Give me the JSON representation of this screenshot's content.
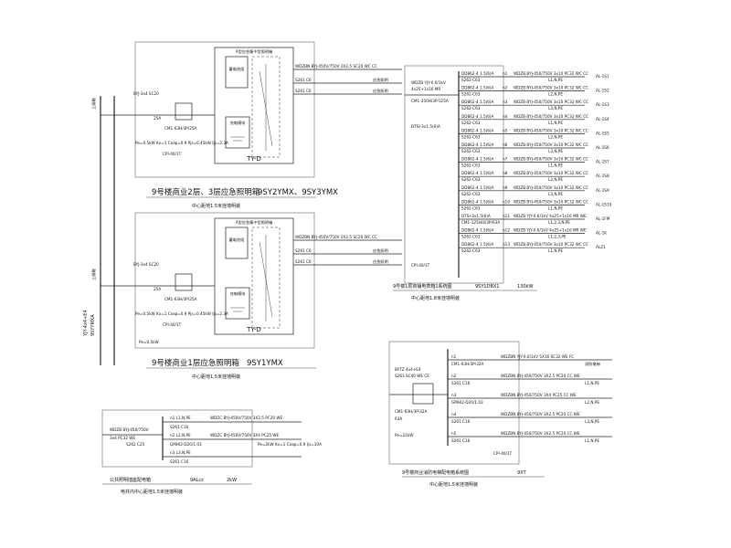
{
  "panels": {
    "p1": {
      "title": "9号楼商业2层、3层应急照明箱",
      "code": "9SY2YMX、9SY3YMX",
      "subtitle": "中心距地1.5米挂墙明装",
      "inner_title": "A型应急集中型照明箱",
      "device": "TY-D",
      "battery": "蓄电池组",
      "charger": "充电模块",
      "out1": "WDZBN BYJ-450V/750V 2X2.5 SC20 WC CC",
      "out1_dest": "应急照明",
      "out2_dest": "应急照明",
      "breaker1": "S261 C6",
      "breaker2": "S261 C6",
      "in_label": "BYJ-3x4 SC20",
      "main_sw": "CM1-63H/3P/25A",
      "cur": "25A",
      "meter": "Pe=0.5kW Kx=1 Cosφ=0.9 Pjs=0.45kW Ijs=2.3A",
      "spd": "CPI-40/1T",
      "bus": "Pe=0.5kW"
    },
    "p2": {
      "title": "9号楼商业1层应急照明箱",
      "code": "9SY1YMX",
      "subtitle": "中心距地1.5米挂墙明装",
      "inner_title": "A型应急集中型照明箱",
      "device": "TY-D",
      "battery": "蓄电池组",
      "charger": "充电模块",
      "out1": "WDZBN BYJ-450V/750V 2X2.5 SC20 WC CC",
      "out1_dest": "应急照明",
      "out2_dest": "应急照明",
      "breaker1": "S261 C6",
      "breaker2": "S261 C6",
      "in_label": "BYJ-3x4 SC20",
      "main_sw": "CM1-63H/3P/25A",
      "cur": "25A",
      "meter": "Pe=0.5kW Kx=1 Cosφ=0.9 Pjs=0.45kW Ijs=2.3A",
      "spd": "CPI-40/1T",
      "feeder_left": "YJY-4x4+E4",
      "feeder_left2": "9SYYMXA",
      "source_label": "上级箱",
      "source_label2": "上级箱"
    },
    "p3": {
      "title": "公共照明插座配电箱",
      "code": "9ALcz",
      "power": "2kW",
      "subtitle": "电井内中心距地1.5米挂墙明装",
      "in_cable": "WDZB BYJ-450/750V",
      "in_cable2": "3x4 PC32 WE",
      "main": "S262 C25",
      "n1": "n1 L1,N,PE",
      "n2": "n2 L2,N,PE",
      "n3": "n3 L3,N,PE",
      "b1": "S261 C16",
      "b2": "GMHI2-D20/1.03",
      "b3": "S261 C16",
      "out1": "WDZC BYJ-450V/750V 3X2.5 PC20 WE",
      "out2": "WDZC BYJ-450V/750V 3X4 PC25 WE",
      "meter": "Pe=2kW Kx=1 Cosφ=0.9 Ijs=10A"
    },
    "p4": {
      "title": "9号楼1层商铺电表箱1系统图",
      "code": "9SY1DBX1",
      "power": "130kW",
      "subtitle": "中心距地1.8米挂墙明装",
      "in_cable": "WDZB YJY-0.6/1kV",
      "in_cable2": "4x25+1x16 MR",
      "main": "CM1-250H/3P/125A",
      "meter_main": "DTSI-3x1.5(6)A",
      "rows": [
        {
          "n": "n1",
          "br": "DD862-4 1.5(6)A",
          "sw": "S262-C63",
          "cable": "WDZB BYJ-450/750V 3x10 PC32 WC CC",
          "ph": "L1,N,PE",
          "dest": "AL-1S1"
        },
        {
          "n": "n2",
          "br": "DD862-4 1.5(6)A",
          "sw": "S262-C63",
          "cable": "WDZB BYJ-450/750V 3x10 PC32 WC CC",
          "ph": "L2,N,PE",
          "dest": "AL-1S2"
        },
        {
          "n": "n3",
          "br": "DD862-4 1.5(6)A",
          "sw": "S262-C63",
          "cable": "WDZB BYJ-450/750V 3x10 PC32 WC CC",
          "ph": "L3,N,PE",
          "dest": "AL-1S3"
        },
        {
          "n": "n4",
          "br": "DD862-4 1.5(6)A",
          "sw": "S262-C63",
          "cable": "WDZB BYJ-450/750V 3x10 PC32 WC CC",
          "ph": "L1,N,PE",
          "dest": "AL-1S4"
        },
        {
          "n": "n5",
          "br": "DD862-4 1.5(6)A",
          "sw": "S262-C63",
          "cable": "WDZB BYJ-450/750V 3x10 PC32 WC CC",
          "ph": "L2,N,PE",
          "dest": "AL-1S5"
        },
        {
          "n": "n6",
          "br": "DD862-4 1.5(6)A",
          "sw": "S262-C63",
          "cable": "WDZB BYJ-450/750V 3x10 PC32 WC CC",
          "ph": "L3,N,PE",
          "dest": "AL-1S6"
        },
        {
          "n": "n7",
          "br": "DD862-4 1.5(6)A",
          "sw": "S262-C63",
          "cable": "WDZB BYJ-450/750V 3x10 PC32 WC CC",
          "ph": "L1,N,PE",
          "dest": "AL-1S7"
        },
        {
          "n": "n8",
          "br": "DD862-4 1.5(6)A",
          "sw": "S262-C63",
          "cable": "WDZB BYJ-450/750V 3x10 PC32 WC CC",
          "ph": "L2,N,PE",
          "dest": "AL-1S8"
        },
        {
          "n": "n9",
          "br": "DD862-4 1.5(6)A",
          "sw": "S262-C63",
          "cable": "WDZB BYJ-450/750V 3x10 PC32 WC CC",
          "ph": "L3,N,PE",
          "dest": "AL-1S9"
        },
        {
          "n": "n10",
          "br": "DD862-4 1.5(6)A",
          "sw": "S262-C63",
          "cable": "WDZB BYJ-450/750V 3x10 PC32 WC CC",
          "ph": "L1,N,PE",
          "dest": "AL-1S10"
        },
        {
          "n": "n11",
          "br": "DTSI-3x1.5(6)A",
          "sw": "CM1-125H/4/3P/63A",
          "cable": "WDZB YJY-0.6/1kV 4x25+1x16 MR WE",
          "ph": "L1,2,3,N,PE",
          "dest": "AL-1FM"
        },
        {
          "n": "n12",
          "br": "DD862-4 1.5(6)A",
          "sw": "S262-C63",
          "cable": "WDZB YJY-0.6/1kV 4x25+1x16 MR WE",
          "ph": "L1,2,3,PE",
          "dest": "AL-1K"
        },
        {
          "n": "n13",
          "br": "DD862-4 1.5(6)A",
          "sw": "S262-C63",
          "cable": "WDZB BYJ-450/750V 3x10 PC32 WC CC",
          "ph": "L1,N,PE",
          "dest": "ALZ1"
        }
      ],
      "spd": "CPI-40/1T"
    },
    "p5": {
      "title": "9号楼商业消防电梯配电箱系统图",
      "code": "9XT",
      "subtitle": "中心距地1.5米挂墙明装",
      "in_cable": "BYTZ 4x4+E4",
      "in_cable2": "S261 SC40 WE CE",
      "main": "CM1-63H/3P/32A",
      "cur": "63A",
      "rows": [
        {
          "n": "n1",
          "sw": "CM1-63H/3P/32A",
          "cable": "WDZBN YJY-0.6/1kV 5X16 SC32 WE FC",
          "dest": "消防电梯"
        },
        {
          "n": "n2",
          "sw": "S261 C16",
          "cable": "WDZBN BYJ-450/750V 3X2.5 PC20 CC WE",
          "dest": "L1,N,PE"
        },
        {
          "n": "n3",
          "sw": "GMHI2-D20/1.03",
          "cable": "WDZBN BYJ-450/750V 3X4 PC25 CC WE",
          "dest": "L2,N,PE"
        },
        {
          "n": "n4",
          "sw": "S261 C16",
          "cable": "WDZBN BYJ-450/750V 3X2.5 PC20 CC WE",
          "dest": "L3,N,PE"
        },
        {
          "n": "n5",
          "sw": "S261 C16",
          "cable": "WDZBN BYJ-450/750V 3X2.5 PC20 CC WE",
          "dest": "L1,N,PE"
        }
      ],
      "meter": "Pe=22kW",
      "spd": "CPI-40/1T"
    }
  }
}
